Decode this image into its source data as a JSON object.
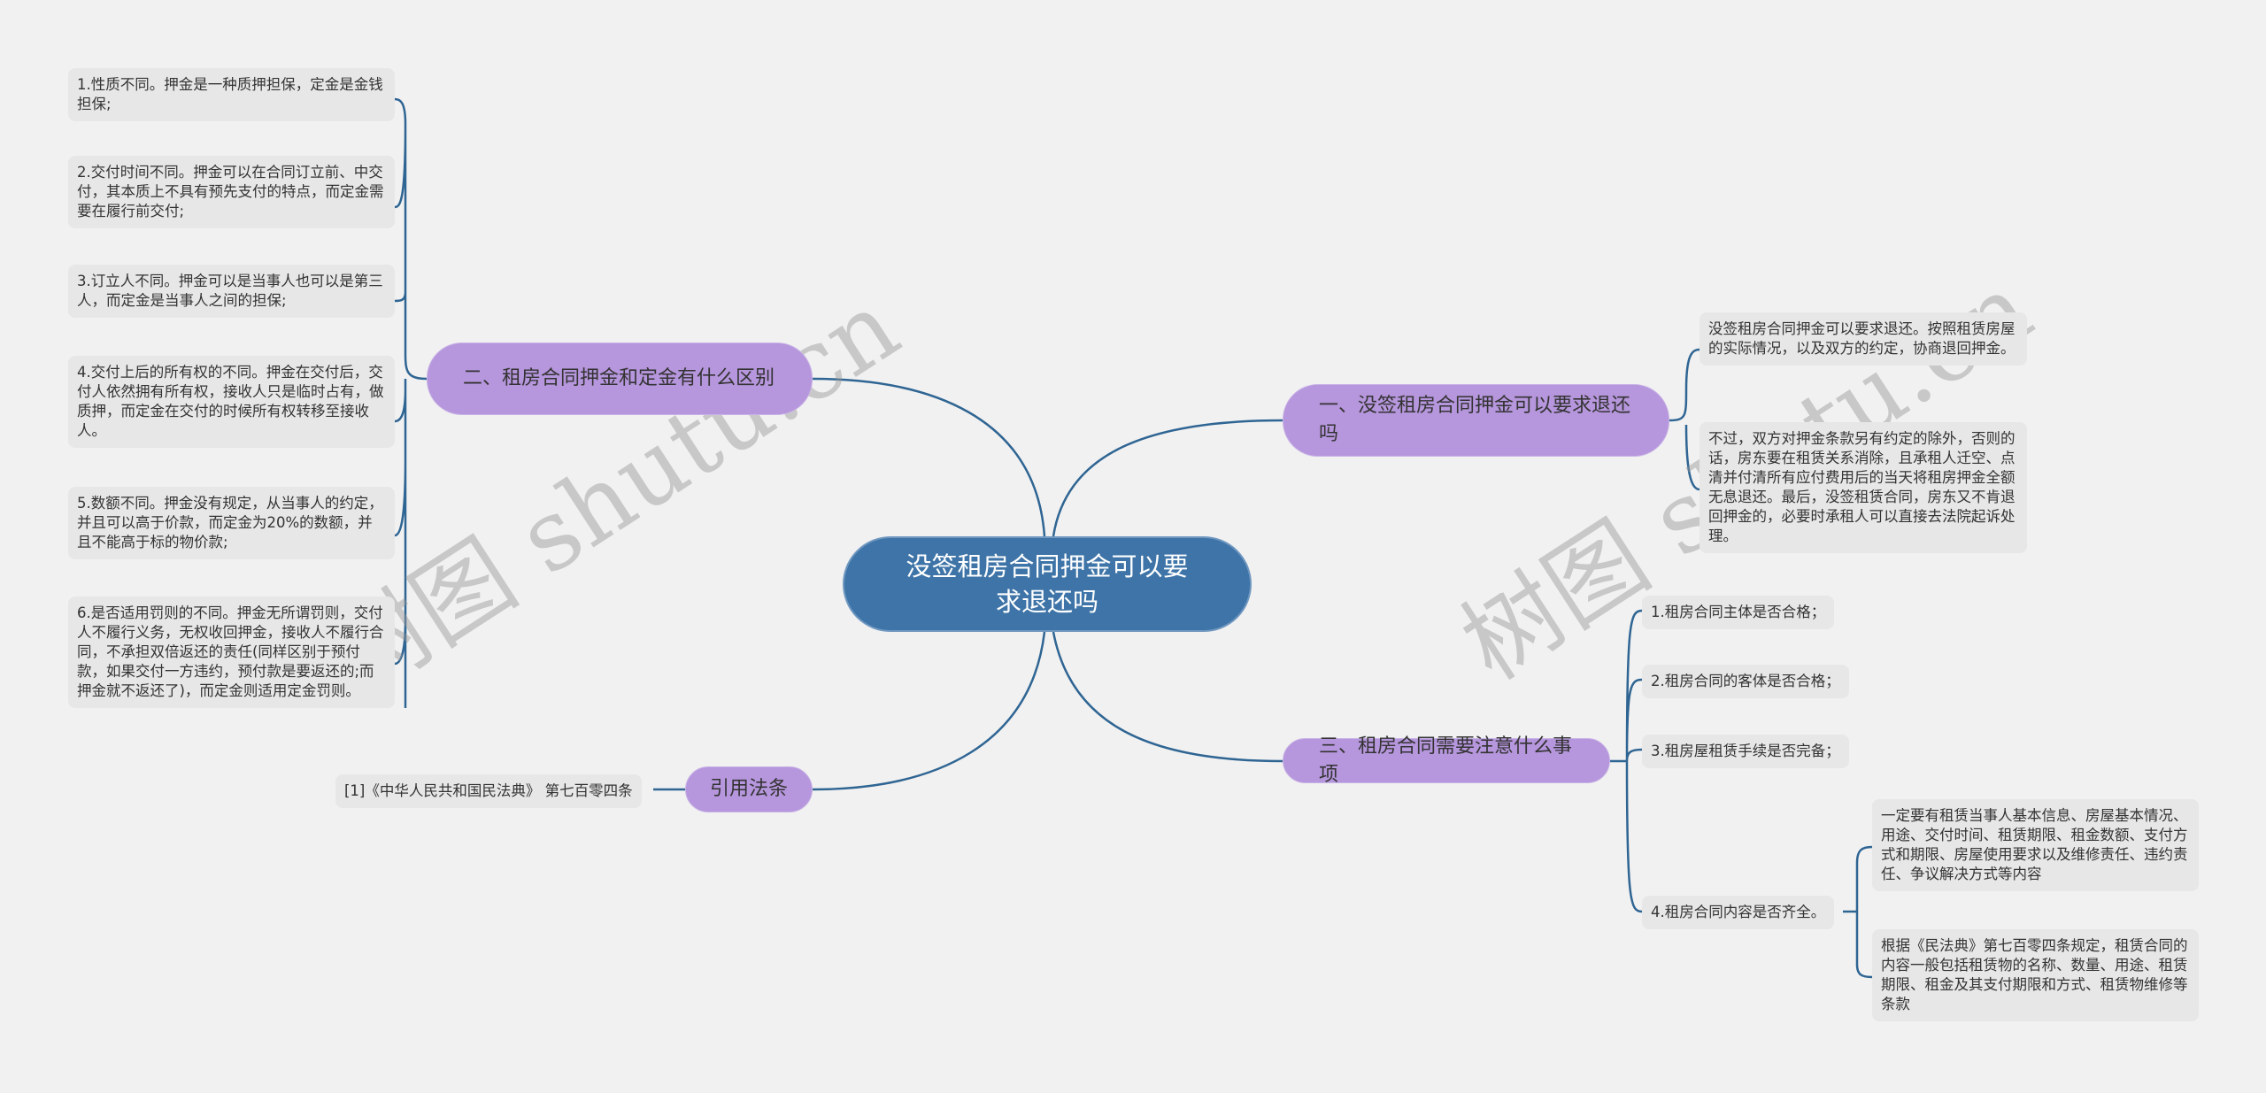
{
  "center": {
    "title": "没签租房合同押金可以要求退还吗"
  },
  "branches": {
    "one": {
      "title": "一、没签租房合同押金可以要求退还吗",
      "children": [
        "没签租房合同押金可以要求退还。按照租赁房屋的实际情况，以及双方的约定，协商退回押金。",
        "不过，双方对押金条款另有约定的除外，否则的话，房东要在租赁关系消除，且承租人迁空、点清并付清所有应付费用后的当天将租房押金全额无息退还。最后，没签租赁合同，房东又不肯退回押金的，必要时承租人可以直接去法院起诉处理。"
      ]
    },
    "two": {
      "title": "二、租房合同押金和定金有什么区别",
      "children": [
        "1.性质不同。押金是一种质押担保，定金是金钱担保;",
        "2.交付时间不同。押金可以在合同订立前、中交付，其本质上不具有预先支付的特点，而定金需要在履行前交付;",
        "3.订立人不同。押金可以是当事人也可以是第三人，而定金是当事人之间的担保;",
        "4.交付上后的所有权的不同。押金在交付后，交付人依然拥有所有权，接收人只是临时占有，做质押，而定金在交付的时候所有权转移至接收人。",
        "5.数额不同。押金没有规定，从当事人的约定，并且可以高于价款，而定金为20%的数额，并且不能高于标的物价款;",
        "6.是否适用罚则的不同。押金无所谓罚则，交付人不履行义务，无权收回押金，接收人不履行合同，不承担双倍返还的责任(同样区别于预付款，如果交付一方违约，预付款是要返还的;而押金就不返还了)，而定金则适用定金罚则。"
      ]
    },
    "three": {
      "title": "三、租房合同需要注意什么事项",
      "children": [
        "1.租房合同主体是否合格；",
        "2.租房合同的客体是否合格；",
        "3.租房屋租赁手续是否完备；",
        "4.租房合同内容是否齐全。"
      ],
      "sub": [
        "一定要有租赁当事人基本信息、房屋基本情况、用途、交付时间、租赁期限、租金数额、支付方式和期限、房屋使用要求以及维修责任、违约责任、争议解决方式等内容",
        "根据《民法典》第七百零四条规定，租赁合同的内容一般包括租赁物的名称、数量、用途、租赁期限、租金及其支付期限和方式、租赁物维修等条款"
      ]
    },
    "law": {
      "title": "引用法条",
      "children": [
        "[1]《中华人民共和国民法典》 第七百零四条"
      ]
    }
  },
  "watermark": "树图 shutu.cn",
  "colors": {
    "center": "#3e74a7",
    "branch": "#b696dc",
    "leaf": "#e7e7e7",
    "line": "#2f6593"
  }
}
